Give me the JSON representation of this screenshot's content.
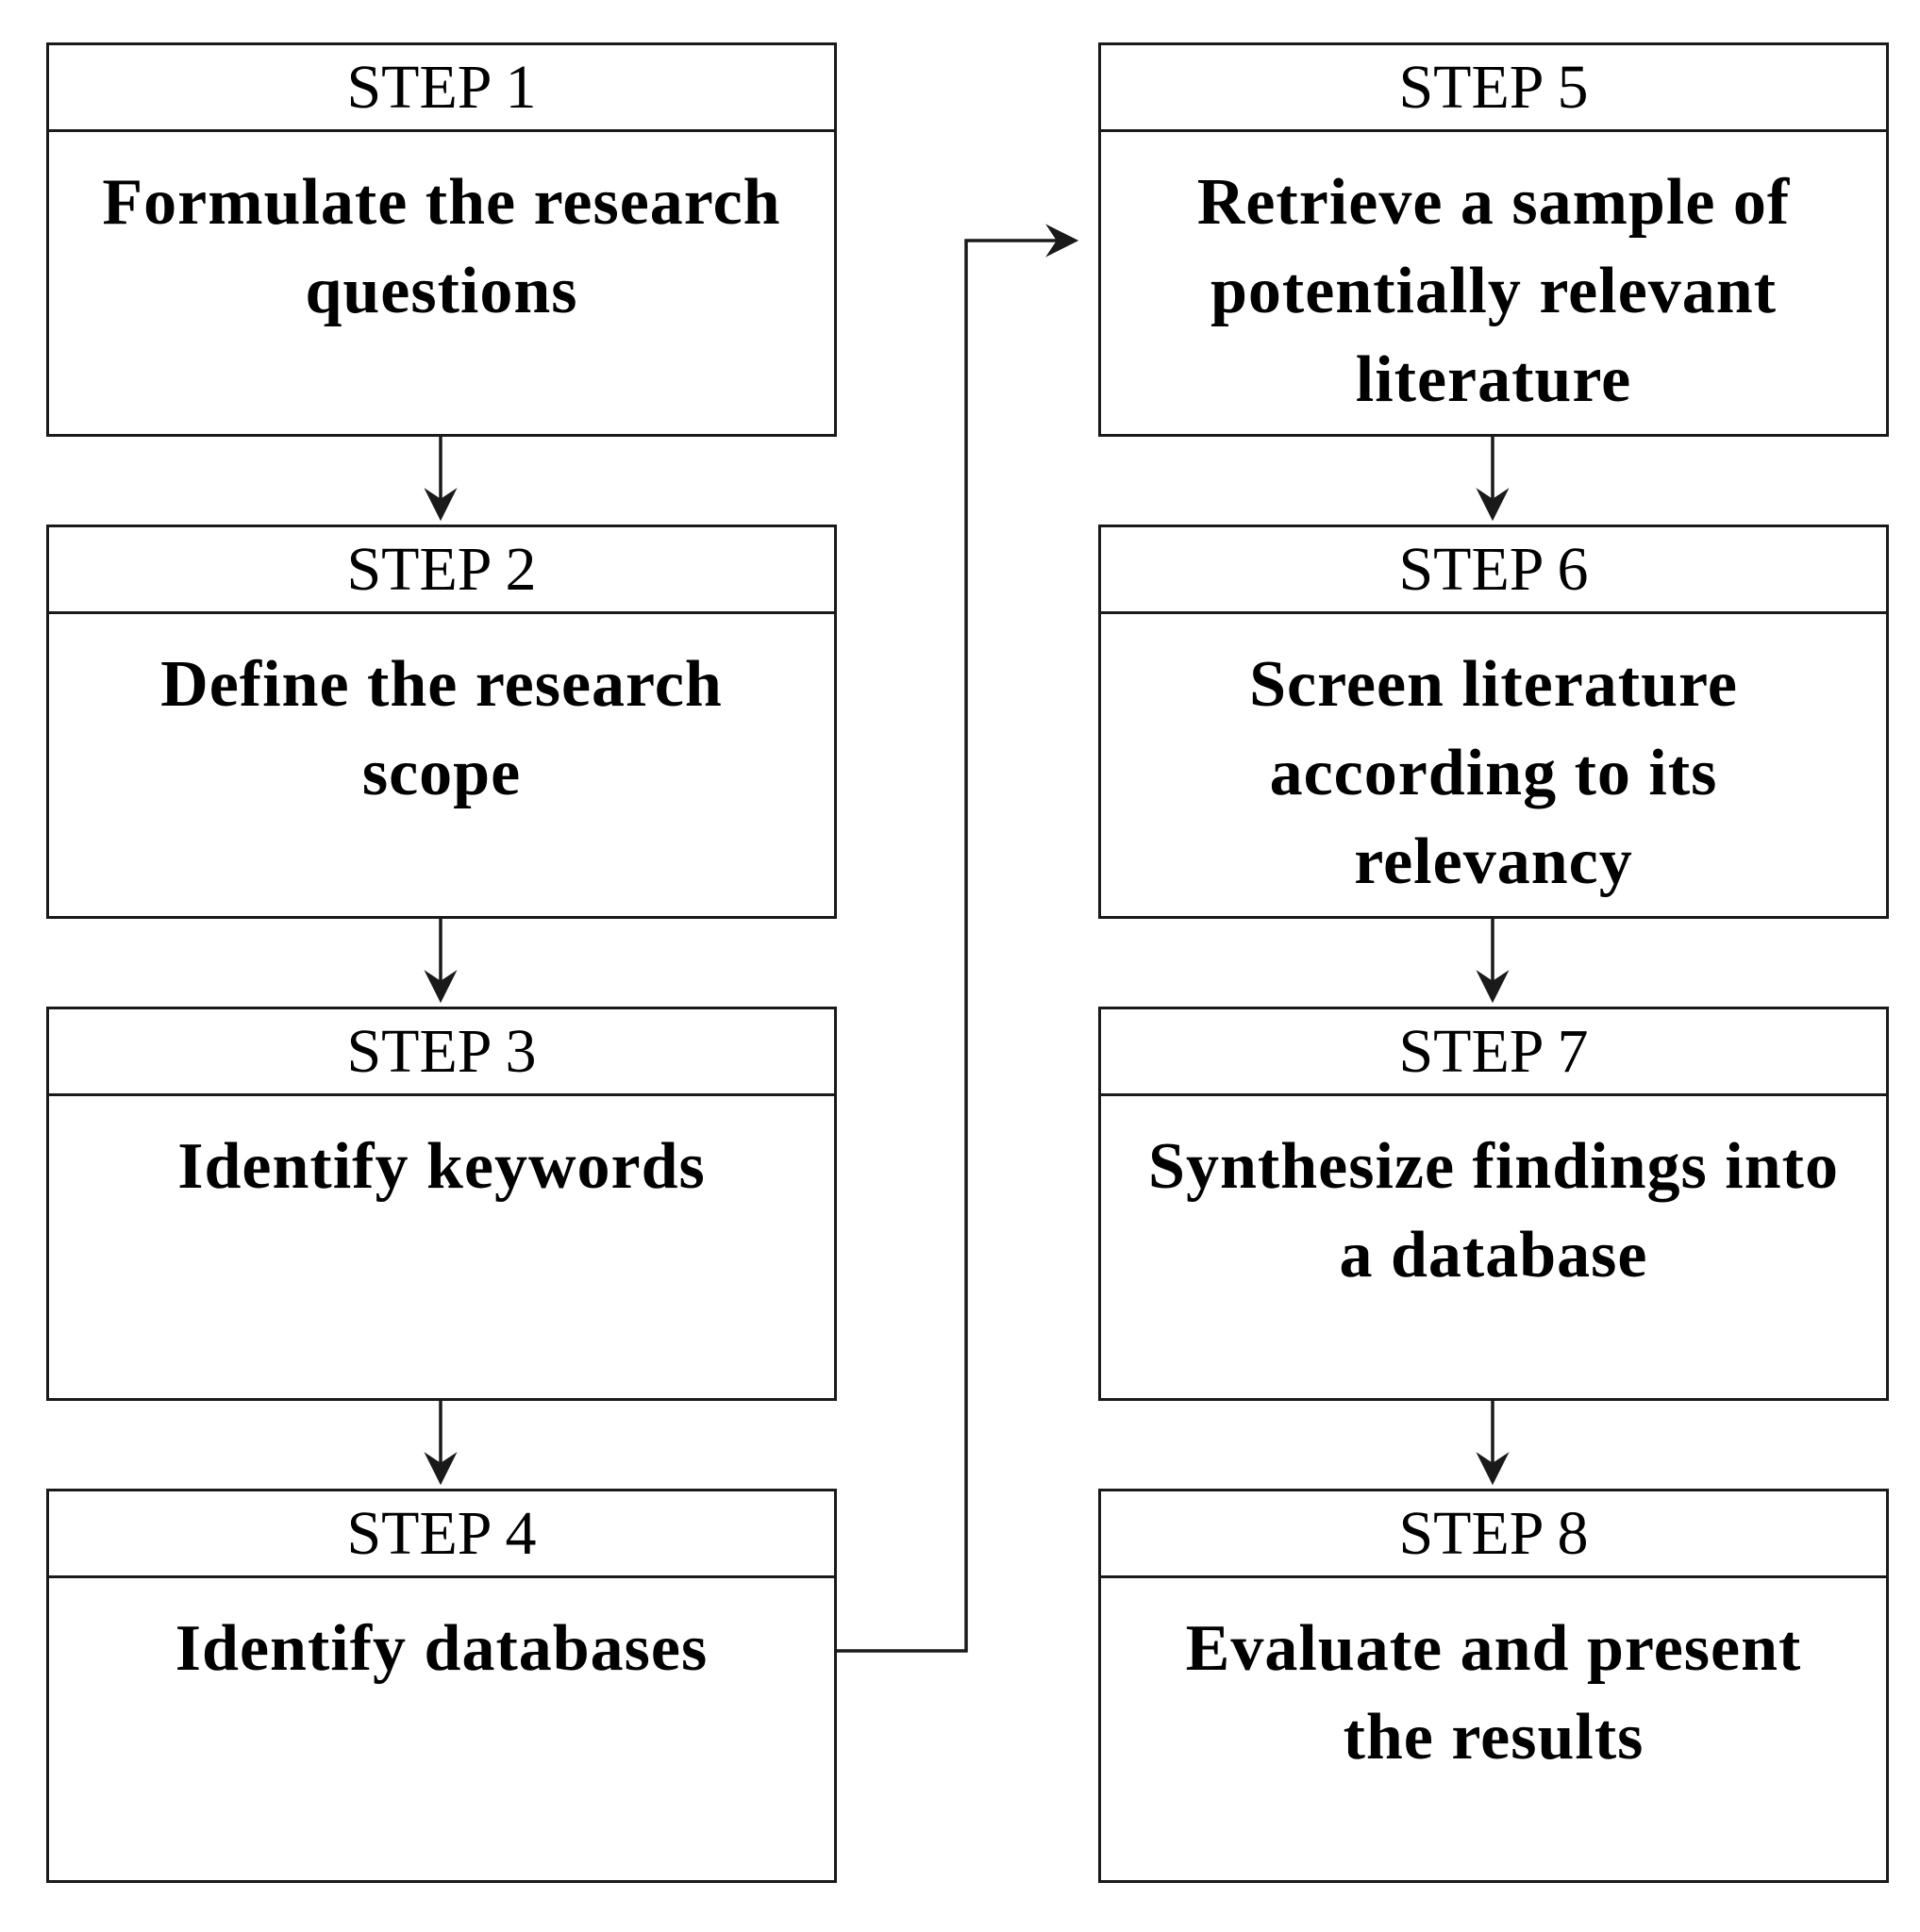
{
  "steps": [
    {
      "label": "STEP 1",
      "text": "Formulate the research questions"
    },
    {
      "label": "STEP 2",
      "text": "Define the research scope"
    },
    {
      "label": "STEP 3",
      "text": "Identify keywords"
    },
    {
      "label": "STEP 4",
      "text": "Identify databases"
    },
    {
      "label": "STEP 5",
      "text": "Retrieve a sample of potentially relevant literature"
    },
    {
      "label": "STEP 6",
      "text": "Screen literature according to its relevancy"
    },
    {
      "label": "STEP 7",
      "text": "Synthesize findings into a database"
    },
    {
      "label": "STEP 8",
      "text": "Evaluate and present the results"
    }
  ],
  "connections": [
    {
      "from": "STEP 1",
      "to": "STEP 2"
    },
    {
      "from": "STEP 2",
      "to": "STEP 3"
    },
    {
      "from": "STEP 3",
      "to": "STEP 4"
    },
    {
      "from": "STEP 4",
      "to": "STEP 5"
    },
    {
      "from": "STEP 5",
      "to": "STEP 6"
    },
    {
      "from": "STEP 6",
      "to": "STEP 7"
    },
    {
      "from": "STEP 7",
      "to": "STEP 8"
    }
  ],
  "colors": {
    "line": "#1a1a1a",
    "background": "#ffffff",
    "text": "#000000"
  }
}
